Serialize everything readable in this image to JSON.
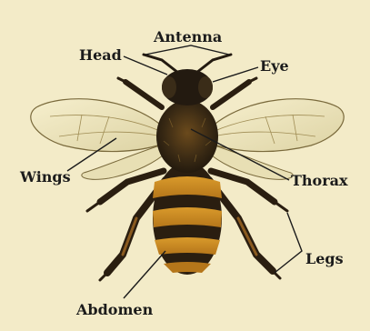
{
  "diagram": {
    "labels": {
      "antenna": "Antenna",
      "head": "Head",
      "eye": "Eye",
      "wings": "Wings",
      "thorax": "Thorax",
      "legs": "Legs",
      "abdomen": "Abdomen"
    }
  }
}
